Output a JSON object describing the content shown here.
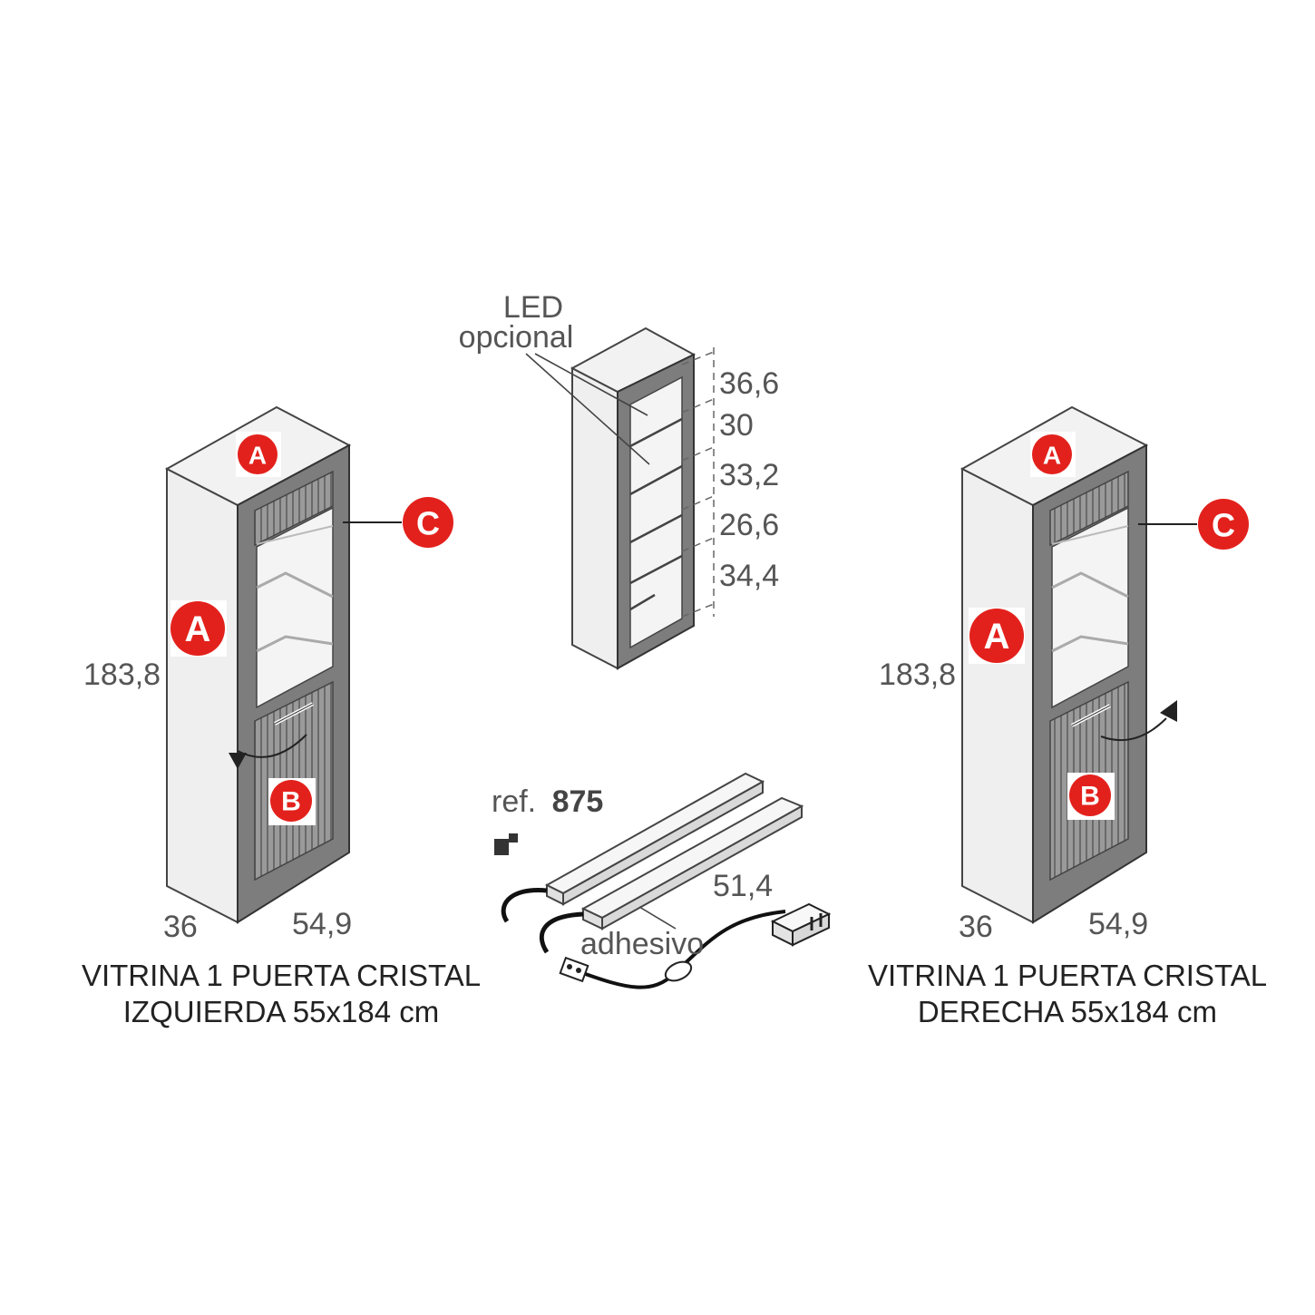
{
  "left_cabinet": {
    "badge_top": "A",
    "badge_side": "A",
    "badge_door": "B",
    "badge_frame": "C",
    "height": "183,8",
    "depth": "36",
    "width": "54,9",
    "caption_line1": "VITRINA 1 PUERTA CRISTAL",
    "caption_line2": "IZQUIERDA 55x184 cm"
  },
  "right_cabinet": {
    "badge_top": "A",
    "badge_side": "A",
    "badge_door": "B",
    "badge_frame": "C",
    "height": "183,8",
    "depth": "36",
    "width": "54,9",
    "caption_line1": "VITRINA 1 PUERTA CRISTAL",
    "caption_line2": "DERECHA 55x184 cm"
  },
  "interior": {
    "led_line1": "LED",
    "led_line2": "opcional",
    "shelf_heights": [
      "36,6",
      "30",
      "33,2",
      "26,6",
      "34,4"
    ]
  },
  "led_kit": {
    "ref_prefix": "ref.",
    "ref_number": "875",
    "adhesive_label": "adhesivo",
    "length": "51,4"
  },
  "colors": {
    "badge_red": "#e3211c",
    "frame_gray": "#7d7d7d",
    "panel_light": "#efefef",
    "panel_shade": "#e3e3e3"
  }
}
